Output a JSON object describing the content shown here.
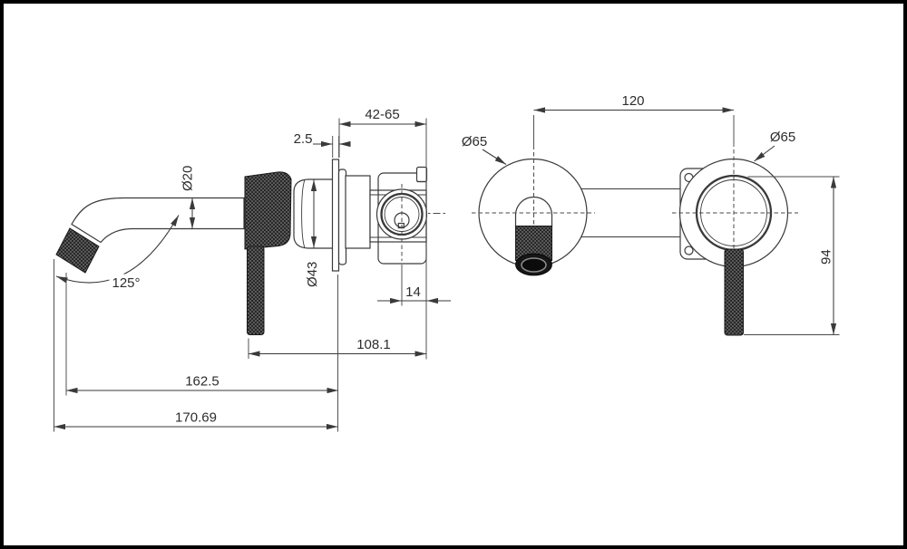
{
  "drawing": {
    "kind": "technical-dimension-drawing",
    "subject": "wall-mounted basin mixer with curved spout and lever handle",
    "views": [
      "side-elevation",
      "front-elevation"
    ],
    "line_color": "#3a3a3a",
    "knurl_color": "#1e1e1e",
    "background": "#ffffff",
    "border_color": "#000000"
  },
  "dimensions": {
    "side": {
      "wall_depth_range": "42-65",
      "plate_thickness": "2.5",
      "spout_diameter": "Ø20",
      "body_diameter": "Ø43",
      "spout_angle": "125°",
      "cartridge_offset": "14",
      "handle_to_wall": "108.1",
      "spout_tip_to_wall": "162.5",
      "overall_reach": "170.69"
    },
    "front": {
      "hole_spacing": "120",
      "spout_flange_diameter": "Ø65",
      "handle_flange_diameter": "Ø65",
      "handle_drop": "94"
    }
  }
}
